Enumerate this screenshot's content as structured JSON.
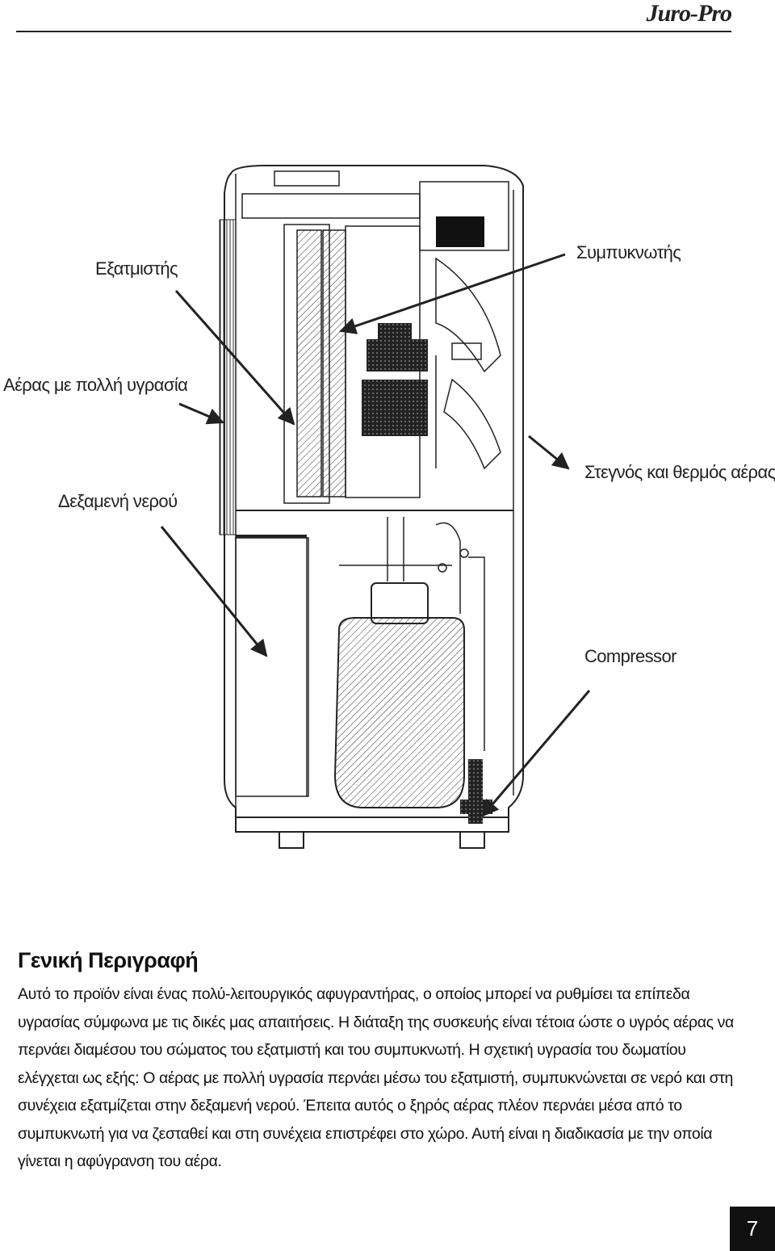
{
  "header": {
    "brand": "Juro-Pro"
  },
  "figure": {
    "labels": {
      "evaporator": "Εξατμιστής",
      "condenser": "Συμπυκνωτής",
      "humid_air": "Αέρας με πολλή υγρασία",
      "dry_warm_air": "Στεγνός και θερμός αέρας",
      "water_tank": "Δεξαμενή νερού",
      "compressor": "Compressor"
    }
  },
  "section": {
    "title": "Γενική Περιγραφή",
    "body": "Αυτό το προϊόν είναι ένας πολύ-λειτουργικός αφυγραντήρας, ο οποίος μπορεί να ρυθμίσει τα επίπεδα υγρασίας σύμφωνα με τις δικές μας απαιτήσεις. Η διάταξη της συσκευής είναι τέτοια ώστε ο υγρός αέρας να περνάει διαμέσου του σώματος του εξατμιστή και του συμπυκνωτή. Η σχετική υγρασία του δωματίου ελέγχεται ως εξής: Ο αέρας με πολλή υγρασία περνάει μέσω του εξατμιστή, συμπυκνώνεται σε νερό και στη συνέχεια εξατμίζεται στην δεξαμενή νερού. Έπειτα αυτός ο ξηρός αέρας πλέον περνάει μέσα από το συμπυκνωτή για να ζεσταθεί και στη συνέχεια επιστρέφει στο χώρο. Αυτή είναι η διαδικασία με την οποία γίνεται η αφύγρανση του αέρα."
  },
  "footer": {
    "page_number": "7"
  }
}
